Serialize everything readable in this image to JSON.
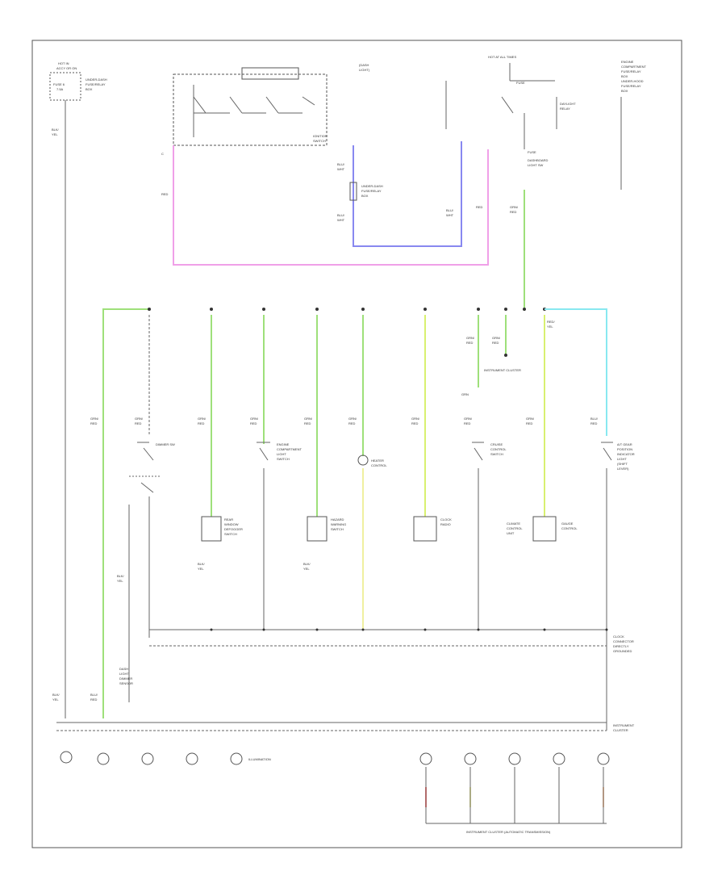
{
  "diagram": {
    "footer_code": "",
    "colors": {
      "pink": "#f0a0e8",
      "blue": "#8888f0",
      "green": "#9ee07a",
      "yellow_green": "#d8f070",
      "cyan": "#88e8f0",
      "red": "#ff7070",
      "orange": "#ffc8a0",
      "line": "#666666"
    },
    "labels": {
      "hot_at_all_times": "HOT AT ALL TIMES",
      "illumination": "ILLUMINATION",
      "bottom_group": "INSTRUMENT CLUSTER (AUTOMATIC TRANSMISSION)"
    },
    "icons": [
      "lamp-icon",
      "switch-icon",
      "ground-icon",
      "fuse-icon"
    ]
  }
}
